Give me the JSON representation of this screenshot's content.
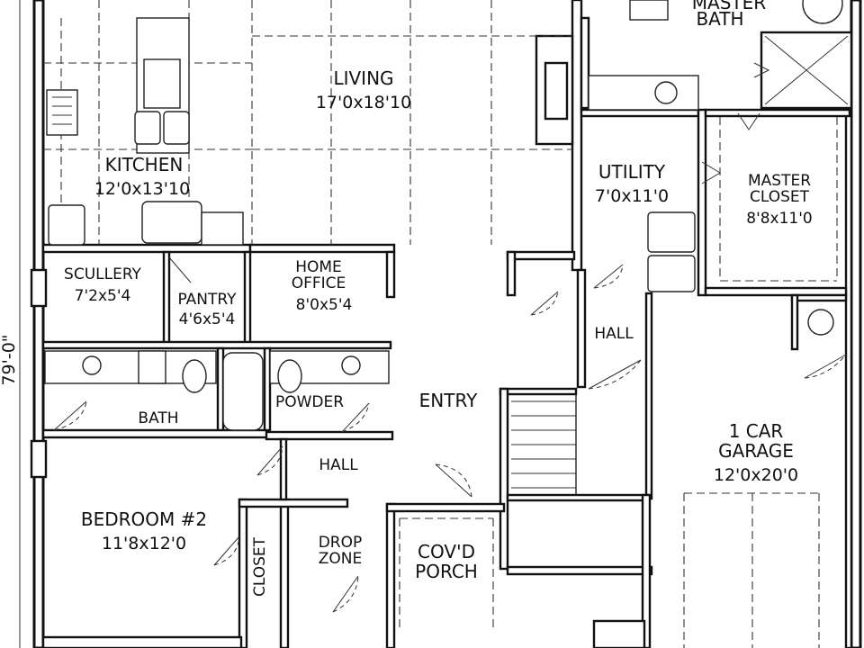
{
  "overall_dimension": "79'-0\"",
  "rooms": {
    "master_bath": {
      "name_line1": "MASTER",
      "name_line2": "BATH"
    },
    "living": {
      "name": "LIVING",
      "dims": "17'0x18'10"
    },
    "kitchen": {
      "name": "KITCHEN",
      "dims": "12'0x13'10"
    },
    "utility": {
      "name": "UTILITY",
      "dims": "7'0x11'0"
    },
    "master_closet": {
      "name_line1": "MASTER",
      "name_line2": "CLOSET",
      "dims": "8'8x11'0"
    },
    "scullery": {
      "name": "SCULLERY",
      "dims": "7'2x5'4"
    },
    "pantry": {
      "name": "PANTRY",
      "dims": "4'6x5'4"
    },
    "home_office": {
      "name_line1": "HOME",
      "name_line2": "OFFICE",
      "dims": "8'0x5'4"
    },
    "hall_upper": {
      "name": "HALL"
    },
    "bath": {
      "name": "BATH"
    },
    "powder": {
      "name": "POWDER"
    },
    "entry": {
      "name": "ENTRY"
    },
    "garage": {
      "name_line1": "1 CAR",
      "name_line2": "GARAGE",
      "dims": "12'0x20'0"
    },
    "hall_lower": {
      "name": "HALL"
    },
    "bedroom2": {
      "name": "BEDROOM #2",
      "dims": "11'8x12'0"
    },
    "closet": {
      "name": "CLOSET"
    },
    "drop_zone": {
      "name_line1": "DROP",
      "name_line2": "ZONE"
    },
    "covd_porch": {
      "name_line1": "COV'D",
      "name_line2": "PORCH"
    }
  }
}
